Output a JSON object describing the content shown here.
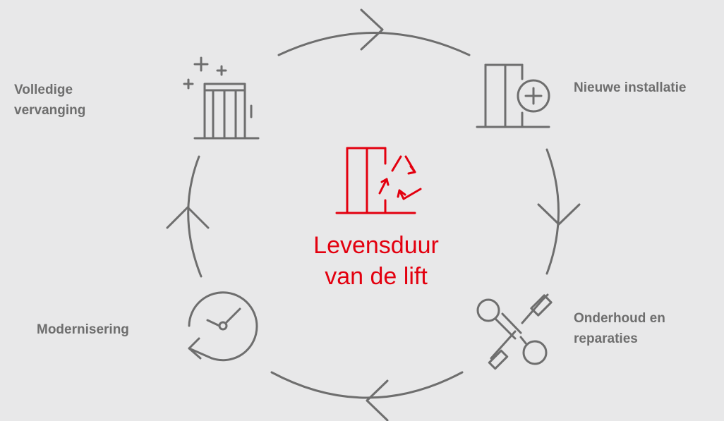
{
  "center": {
    "title": "Levensduur\nvan de lift",
    "icon": "elevator-recycle-icon",
    "color": "#e3000f"
  },
  "stages": [
    {
      "label": "Nieuwe installatie",
      "icon": "elevator-plus-icon"
    },
    {
      "label": "Onderhoud en\nreparaties",
      "icon": "wrench-screwdriver-icon"
    },
    {
      "label": "Modernisering",
      "icon": "clock-refresh-icon"
    },
    {
      "label": "Volledige\nvervanging",
      "icon": "sparkling-elevator-icon"
    }
  ],
  "colors": {
    "background": "#e8e8e9",
    "line": "#6e6e6e",
    "accent": "#e3000f"
  }
}
